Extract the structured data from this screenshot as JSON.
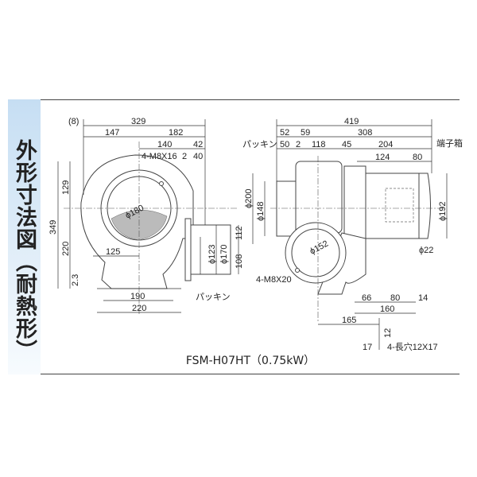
{
  "title": "外形寸法図（耐熱形）",
  "caption": "FSM-H07HT（0.75kW）",
  "front_view": {
    "dims": {
      "offset": "(8)",
      "overall_width": "329",
      "left": "147",
      "right": "182",
      "center_to_flange": "140",
      "flange": "42",
      "bolts": "4-M8X16",
      "gasket_gap": "2",
      "flange_depth": "40",
      "height": "349",
      "upper": "129",
      "lower": "220",
      "base": "2.3",
      "inlet_dia": "ϕ180",
      "offset_125": "125",
      "outlet_upper": "112",
      "outlet_lower": "108",
      "outlet_inner": "ϕ123",
      "outlet_outer": "ϕ170",
      "foot_pitch": "190",
      "foot_width": "220"
    },
    "gasket_label": "パッキン"
  },
  "side_view": {
    "dims": {
      "overall": "419",
      "d52": "52",
      "d59": "59",
      "d308": "308",
      "d50": "50",
      "d2": "2",
      "d118": "118",
      "d45": "45",
      "d204": "204",
      "d124": "124",
      "d80": "80",
      "inlet_outer": "ϕ200",
      "inlet_inner": "ϕ148",
      "motor_dia": "ϕ192",
      "outlet_dia": "ϕ152",
      "outlet_bolts": "4-M8X20",
      "cable": "ϕ22",
      "f66": "66",
      "f80": "80",
      "f14": "14",
      "f160": "160",
      "f165": "165",
      "f12": "12",
      "f17": "17",
      "slots": "4-長穴12X17"
    },
    "gasket_label": "パッキン",
    "terminal_box_label": "端子箱"
  },
  "colors": {
    "panel": "#c6def3",
    "line": "#333333"
  }
}
